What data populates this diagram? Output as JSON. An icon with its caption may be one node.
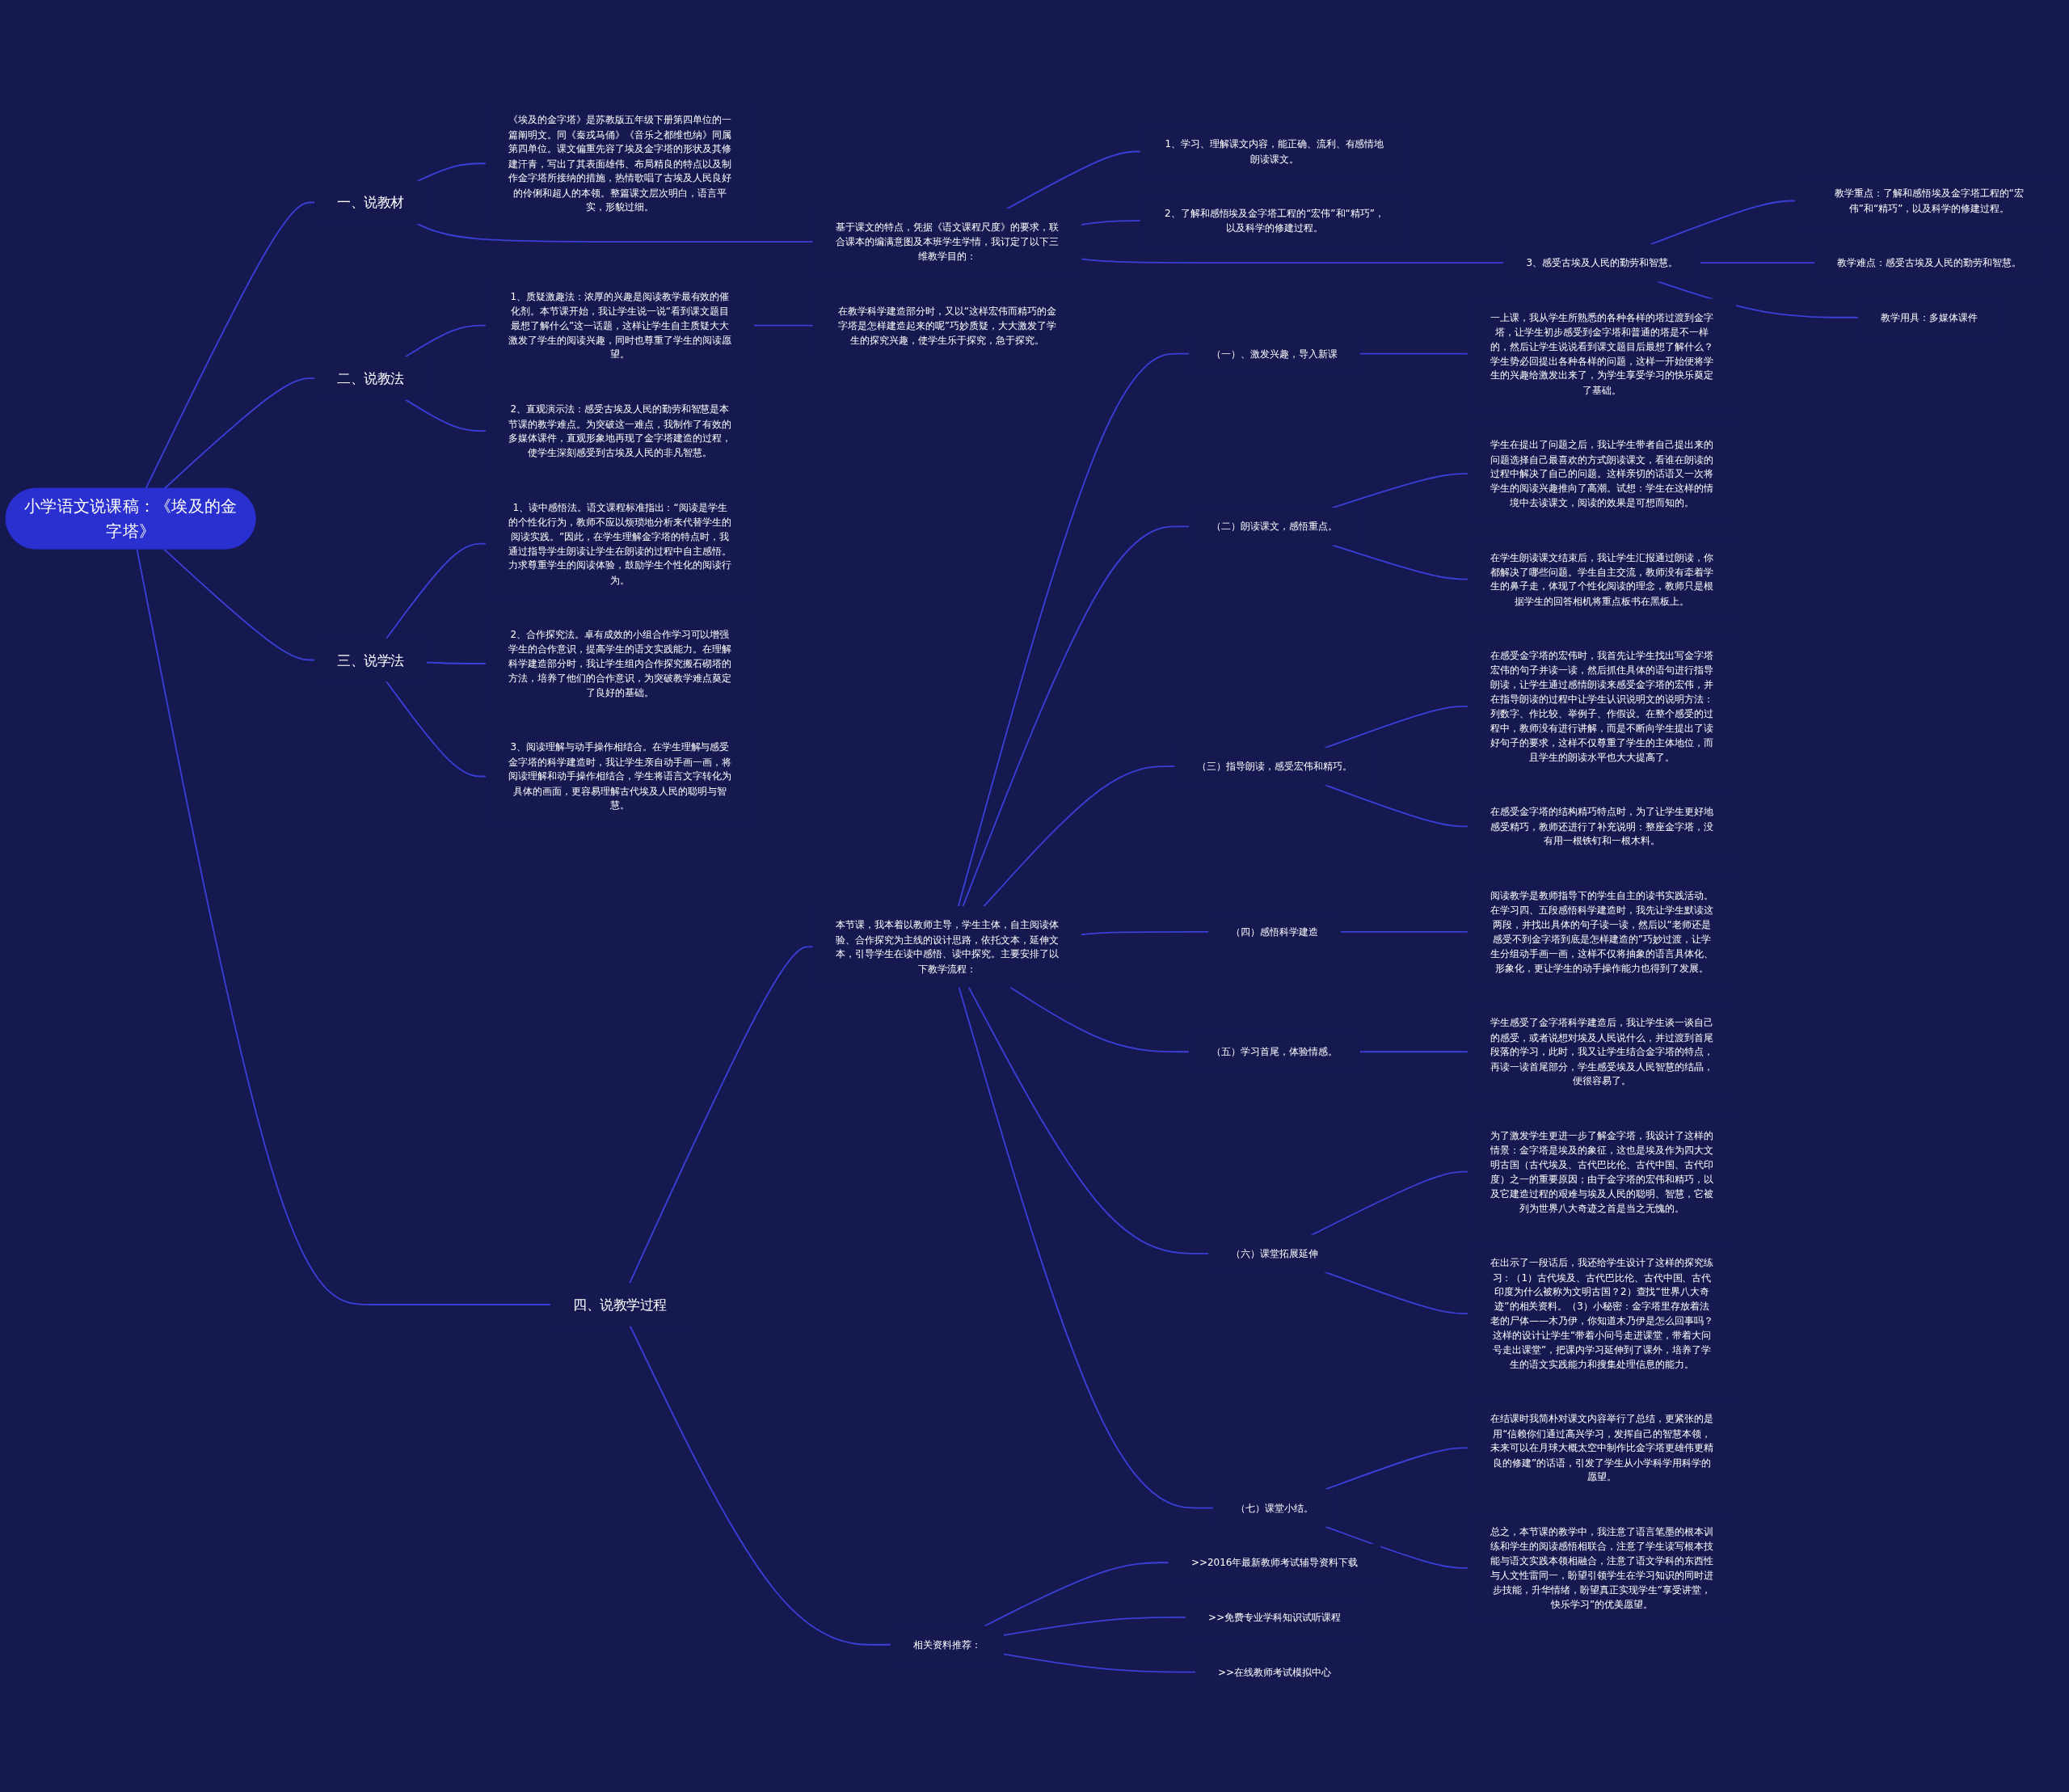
{
  "diagram": {
    "nodes": [
      {
        "text": [
          "小学语文说课稿：《埃及的金字塔》"
        ]
      },
      {
        "text": [
          "一、说教材"
        ]
      },
      {
        "text": [
          "《埃及的金字塔》是苏教版五年级下册第四单位的一篇阐明文。同《秦戎马俑》《音乐之都维也纳》同属第四单位。课文偏重先容了埃及金字塔的形状及其修建汗青，写出了其表面雄伟、布局精良的特点以及制作金字塔所接纳的措施，热情歌唱了古埃及人民良好的伶俐和超人的本领。整篇课文层次明白，语言平实，形貌过细。"
        ]
      },
      {
        "text": [
          "基于课文的特点，凭据《语文课程尺度》的要求，联合课本的编满意图及本班学生学情，我订定了以下三维教学目的："
        ]
      },
      {
        "text": [
          "1、学习、理解课文内容，能正确、流利、有感情地朗读课文。"
        ]
      },
      {
        "text": [
          "2、了解和感悟埃及金字塔工程的“宏伟”和“精巧”，以及科学的修建过程。"
        ]
      },
      {
        "text": [
          "3、感受古埃及人民的勤劳和智慧。"
        ]
      },
      {
        "text": [
          "教学重点：了解和感悟埃及金字塔工程的“宏伟”和“精巧”，以及科学的修建过程。"
        ]
      },
      {
        "text": [
          "教学难点：感受古埃及人民的勤劳和智慧。"
        ]
      },
      {
        "text": [
          "教学用具：多媒体课件"
        ]
      },
      {
        "text": [
          "二、说教法"
        ]
      },
      {
        "text": [
          "1、质疑激趣法：浓厚的兴趣是阅读教学最有效的催化剂。本节课开始，我让学生说一说“看到课文题目最想了解什么”这一话题，这样让学生自主质疑大大激发了学生的阅读兴趣，同时也尊重了学生的阅读愿望。"
        ]
      },
      {
        "text": [
          "在教学科学建造部分时，又以“这样宏伟而精巧的金字塔是怎样建造起来的呢”巧妙质疑，大大激发了学生的探究兴趣，使学生乐于探究，急于探究。"
        ]
      },
      {
        "text": [
          "2、直观演示法：感受古埃及人民的勤劳和智慧是本节课的教学难点。为突破这一难点，我制作了有效的多媒体课件，直观形象地再现了金字塔建造的过程，使学生深刻感受到古埃及人民的非凡智慧。"
        ]
      },
      {
        "text": [
          "三、说学法"
        ]
      },
      {
        "text": [
          "1、读中感悟法。语文课程标准指出：“阅读是学生的个性化行为，教师不应以烦琐地分析来代替学生的阅读实践。”因此，在学生理解金字塔的特点时，我通过指导学生朗读让学生在朗读的过程中自主感悟。力求尊重学生的阅读体验，鼓励学生个性化的阅读行为。"
        ]
      },
      {
        "text": [
          "2、合作探究法。卓有成效的小组合作学习可以增强学生的合作意识，提高学生的语文实践能力。在理解科学建造部分时，我让学生组内合作探究搬石砌塔的方法，培养了他们的合作意识，为突破教学难点奠定了良好的基础。"
        ]
      },
      {
        "text": [
          "3、阅读理解与动手操作相结合。在学生理解与感受金字塔的科学建造时，我让学生亲自动手画一画，将阅读理解和动手操作相结合，学生将语言文字转化为具体的画面，更容易理解古代埃及人民的聪明与智慧。"
        ]
      },
      {
        "text": [
          "四、说教学过程"
        ]
      },
      {
        "text": [
          "本节课，我本着以教师主导，学生主体，自主阅读体验、合作探究为主线的设计思路，依托文本，延伸文本，引导学生在读中感悟、读中探究。主要安排了以下教学流程："
        ]
      },
      {
        "text": [
          "（一）、激发兴趣，导入新课"
        ]
      },
      {
        "text": [
          "一上课，我从学生所熟悉的各种各样的塔过渡到金字塔，让学生初步感受到金字塔和普通的塔是不一样的，然后让学生说说看到课文题目后最想了解什么？学生势必回提出各种各样的问题，这样一开始便将学生的兴趣给激发出来了，为学生享受学习的快乐奠定了基础。"
        ]
      },
      {
        "text": [
          "（二）朗读课文，感悟重点。"
        ]
      },
      {
        "text": [
          "学生在提出了问题之后，我让学生带者自己提出来的问题选择自己最喜欢的方式朗读课文，看谁在朗读的过程中解决了自己的问题。这样亲切的话语又一次将学生的阅读兴趣推向了高潮。试想：学生在这样的情境中去读课文，阅读的效果是可想而知的。"
        ]
      },
      {
        "text": [
          "在学生朗读课文结束后，我让学生汇报通过朗读，你都解决了哪些问题。学生自主交流，教师没有牵着学生的鼻子走，体现了个性化阅读的理念，教师只是根据学生的回答相机将重点板书在黑板上。"
        ]
      },
      {
        "text": [
          "（三）指导朗读，感受宏伟和精巧。"
        ]
      },
      {
        "text": [
          "在感受金字塔的宏伟时，我首先让学生找出写金字塔宏伟的句子并读一读，然后抓住具体的语句进行指导朗读，让学生通过感情朗读来感受金字塔的宏伟，并在指导朗读的过程中让学生认识说明文的说明方法：列数字、作比较、举例子、作假设。在整个感受的过程中，教师没有进行讲解，而是不断向学生提出了读好句子的要求，这样不仅尊重了学生的主体地位，而且学生的朗读水平也大大提高了。"
        ]
      },
      {
        "text": [
          "在感受金字塔的结构精巧特点时，为了让学生更好地感受精巧，教师还进行了补充说明：整座金字塔，没有用一根铁钉和一根木料。"
        ]
      },
      {
        "text": [
          "（四）感悟科学建造"
        ]
      },
      {
        "text": [
          "阅读教学是教师指导下的学生自主的读书实践活动。在学习四、五段感悟科学建造时，我先让学生默读这两段，并找出具体的句子读一读，然后以“老师还是感受不到金字塔到底是怎样建造的”巧妙过渡，让学生分组动手画一画，这样不仅将抽象的语言具体化、形象化，更让学生的动手操作能力也得到了发展。"
        ]
      },
      {
        "text": [
          "（五）学习首尾，体验情感。"
        ]
      },
      {
        "text": [
          "学生感受了金字塔科学建造后，我让学生谈一谈自己的感受，或者说想对埃及人民说什么，并过渡到首尾段落的学习，此时，我又让学生结合金字塔的特点，再读一读首尾部分，学生感受埃及人民智慧的结晶，便很容易了。"
        ]
      },
      {
        "text": [
          "（六）课堂拓展延伸"
        ]
      },
      {
        "text": [
          "为了激发学生更进一步了解金字塔，我设计了这样的情景：金字塔是埃及的象征，这也是埃及作为四大文明古国（古代埃及、古代巴比伦、古代中国、古代印度）之一的重要原因；由于金字塔的宏伟和精巧，以及它建造过程的艰难与埃及人民的聪明、智慧，它被列为世界八大奇迹之首是当之无愧的。"
        ]
      },
      {
        "text": [
          "在出示了一段话后，我还给学生设计了这样的探究练习：（1）古代埃及、古代巴比伦、古代中国、古代印度为什么被称为文明古国？2）查找“世界八大奇迹”的相关资料。（3）小秘密：金字塔里存放着法老的尸体——木乃伊，你知道木乃伊是怎么回事吗？这样的设计让学生“带着小问号走进课堂，带着大问号走出课堂”，把课内学习延伸到了课外，培养了学生的语文实践能力和搜集处理信息的能力。"
        ]
      },
      {
        "text": [
          "（七）课堂小结。"
        ]
      },
      {
        "text": [
          "在结课时我简朴对课文内容举行了总结，更紧张的是用“信赖你们通过高兴学习，发挥自己的智慧本领，未来可以在月球大概太空中制作比金字塔更雄伟更精良的修建”的话语，引发了学生从小学科学用科学的愿望。"
        ]
      },
      {
        "text": [
          "总之，本节课的教学中，我注意了语言笔墨的根本训练和学生的阅读感悟相联合，注意了学生读写根本技能与语文实践本领相融合，注意了语文学科的东西性与人文性雷同一，盼望引领学生在学习知识的同时进步技能，升华情绪，盼望真正实现学生“享受讲堂，快乐学习”的优美愿望。"
        ]
      },
      {
        "text": [
          "相关资料推荐："
        ]
      },
      {
        "text": [
          ">>2016年最新教师考试辅导资料下载"
        ]
      },
      {
        "text": [
          ">>免费专业学科知识试听课程"
        ]
      },
      {
        "text": [
          ">>在线教师考试模拟中心"
        ]
      }
    ],
    "edges": [
      {
        "from": 0,
        "to": 1,
        "arrow": "none"
      },
      {
        "from": 1,
        "to": 2,
        "arrow": "none"
      },
      {
        "from": 1,
        "to": 3,
        "arrow": "none"
      },
      {
        "from": 3,
        "to": 4,
        "arrow": "none"
      },
      {
        "from": 3,
        "to": 5,
        "arrow": "none"
      },
      {
        "from": 3,
        "to": 6,
        "arrow": "none"
      },
      {
        "from": 6,
        "to": 7,
        "arrow": "none"
      },
      {
        "from": 6,
        "to": 8,
        "arrow": "none"
      },
      {
        "from": 6,
        "to": 9,
        "arrow": "none"
      },
      {
        "from": 0,
        "to": 10,
        "arrow": "none"
      },
      {
        "from": 10,
        "to": 11,
        "arrow": "none"
      },
      {
        "from": 11,
        "to": 12,
        "arrow": "none"
      },
      {
        "from": 10,
        "to": 13,
        "arrow": "none"
      },
      {
        "from": 0,
        "to": 14,
        "arrow": "none"
      },
      {
        "from": 14,
        "to": 15,
        "arrow": "none"
      },
      {
        "from": 14,
        "to": 16,
        "arrow": "none"
      },
      {
        "from": 14,
        "to": 17,
        "arrow": "none"
      },
      {
        "from": 0,
        "to": 18,
        "arrow": "none"
      },
      {
        "from": 18,
        "to": 19,
        "arrow": "none"
      },
      {
        "from": 19,
        "to": 20,
        "arrow": "none"
      },
      {
        "from": 20,
        "to": 21,
        "arrow": "none"
      },
      {
        "from": 19,
        "to": 22,
        "arrow": "none"
      },
      {
        "from": 22,
        "to": 23,
        "arrow": "none"
      },
      {
        "from": 22,
        "to": 24,
        "arrow": "none"
      },
      {
        "from": 19,
        "to": 25,
        "arrow": "none"
      },
      {
        "from": 25,
        "to": 26,
        "arrow": "none"
      },
      {
        "from": 25,
        "to": 27,
        "arrow": "none"
      },
      {
        "from": 19,
        "to": 28,
        "arrow": "none"
      },
      {
        "from": 28,
        "to": 29,
        "arrow": "none"
      },
      {
        "from": 19,
        "to": 30,
        "arrow": "none"
      },
      {
        "from": 30,
        "to": 31,
        "arrow": "none"
      },
      {
        "from": 19,
        "to": 32,
        "arrow": "none"
      },
      {
        "from": 32,
        "to": 33,
        "arrow": "none"
      },
      {
        "from": 32,
        "to": 34,
        "arrow": "none"
      },
      {
        "from": 19,
        "to": 35,
        "arrow": "none"
      },
      {
        "from": 35,
        "to": 36,
        "arrow": "none"
      },
      {
        "from": 35,
        "to": 37,
        "arrow": "none"
      },
      {
        "from": 18,
        "to": 38,
        "arrow": "none"
      },
      {
        "from": 38,
        "to": 39,
        "arrow": "none"
      },
      {
        "from": 38,
        "to": 40,
        "arrow": "none"
      },
      {
        "from": 38,
        "to": 41,
        "arrow": "none"
      }
    ]
  }
}
